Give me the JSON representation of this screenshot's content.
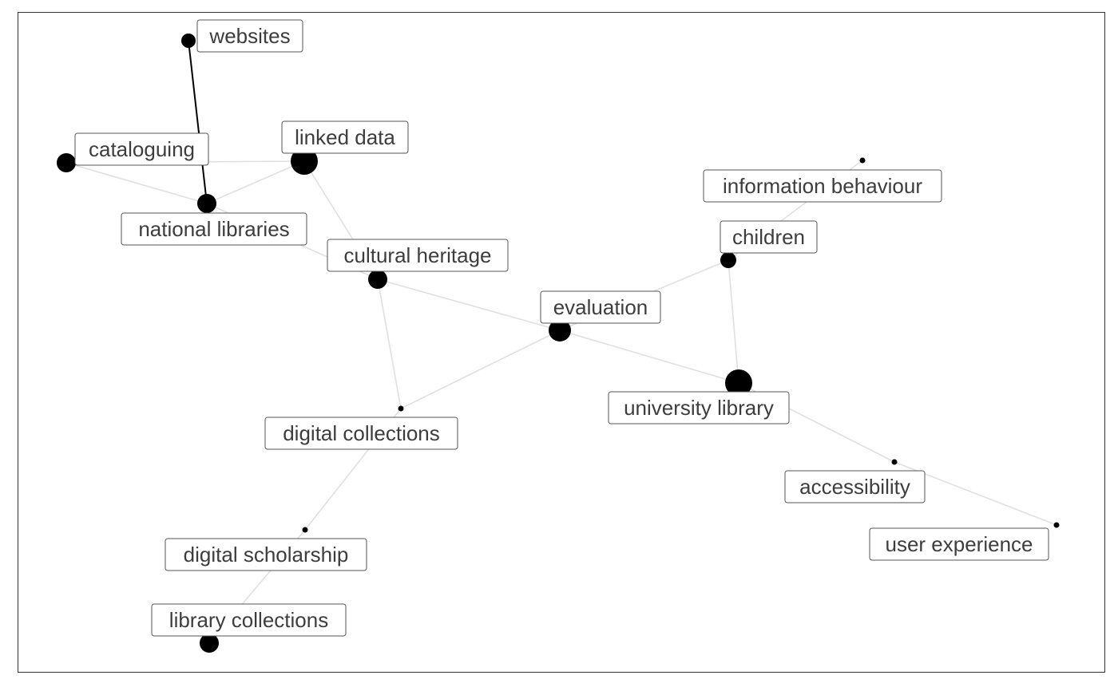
{
  "diagram": {
    "type": "network",
    "nodes": [
      {
        "id": "websites",
        "label": "websites"
      },
      {
        "id": "cataloguing",
        "label": "cataloguing"
      },
      {
        "id": "linked_data",
        "label": "linked data"
      },
      {
        "id": "national_libraries",
        "label": "national libraries"
      },
      {
        "id": "cultural_heritage",
        "label": "cultural heritage"
      },
      {
        "id": "information_behaviour",
        "label": "information behaviour"
      },
      {
        "id": "children",
        "label": "children"
      },
      {
        "id": "evaluation",
        "label": "evaluation"
      },
      {
        "id": "university_library",
        "label": "university library"
      },
      {
        "id": "digital_collections",
        "label": "digital collections"
      },
      {
        "id": "accessibility",
        "label": "accessibility"
      },
      {
        "id": "user_experience",
        "label": "user experience"
      },
      {
        "id": "digital_scholarship",
        "label": "digital scholarship"
      },
      {
        "id": "library_collections",
        "label": "library collections"
      }
    ],
    "edges": [
      {
        "source": "websites",
        "target": "national_libraries",
        "strength": "strong",
        "color": "#000000"
      },
      {
        "source": "cataloguing",
        "target": "linked_data",
        "strength": "weak",
        "color": "#e0e0e0"
      },
      {
        "source": "cataloguing",
        "target": "national_libraries",
        "strength": "weak",
        "color": "#e0e0e0"
      },
      {
        "source": "national_libraries",
        "target": "linked_data",
        "strength": "weak",
        "color": "#e0e0e0"
      },
      {
        "source": "linked_data",
        "target": "cultural_heritage",
        "strength": "weak",
        "color": "#e0e0e0"
      },
      {
        "source": "national_libraries",
        "target": "cultural_heritage",
        "strength": "weak",
        "color": "#e0e0e0"
      },
      {
        "source": "cultural_heritage",
        "target": "evaluation",
        "strength": "weak",
        "color": "#e0e0e0"
      },
      {
        "source": "cultural_heritage",
        "target": "digital_collections",
        "strength": "weak",
        "color": "#e0e0e0"
      },
      {
        "source": "evaluation",
        "target": "children",
        "strength": "weak",
        "color": "#e0e0e0"
      },
      {
        "source": "evaluation",
        "target": "university_library",
        "strength": "weak",
        "color": "#e0e0e0"
      },
      {
        "source": "evaluation",
        "target": "digital_collections",
        "strength": "weak",
        "color": "#e0e0e0"
      },
      {
        "source": "children",
        "target": "university_library",
        "strength": "weak",
        "color": "#e0e0e0"
      },
      {
        "source": "children",
        "target": "information_behaviour",
        "strength": "weak",
        "color": "#e0e0e0"
      },
      {
        "source": "university_library",
        "target": "accessibility",
        "strength": "weak",
        "color": "#e0e0e0"
      },
      {
        "source": "accessibility",
        "target": "user_experience",
        "strength": "weak",
        "color": "#e0e0e0"
      },
      {
        "source": "digital_collections",
        "target": "digital_scholarship",
        "strength": "weak",
        "color": "#e0e0e0"
      },
      {
        "source": "digital_scholarship",
        "target": "library_collections",
        "strength": "weak",
        "color": "#e0e0e0"
      }
    ],
    "colors": {
      "node": "#000000",
      "strong_edge": "#000000",
      "weak_edge": "#e0e0e0",
      "label_text": "#3d3d3d",
      "label_border": "#555555",
      "frame": "#333333"
    }
  }
}
